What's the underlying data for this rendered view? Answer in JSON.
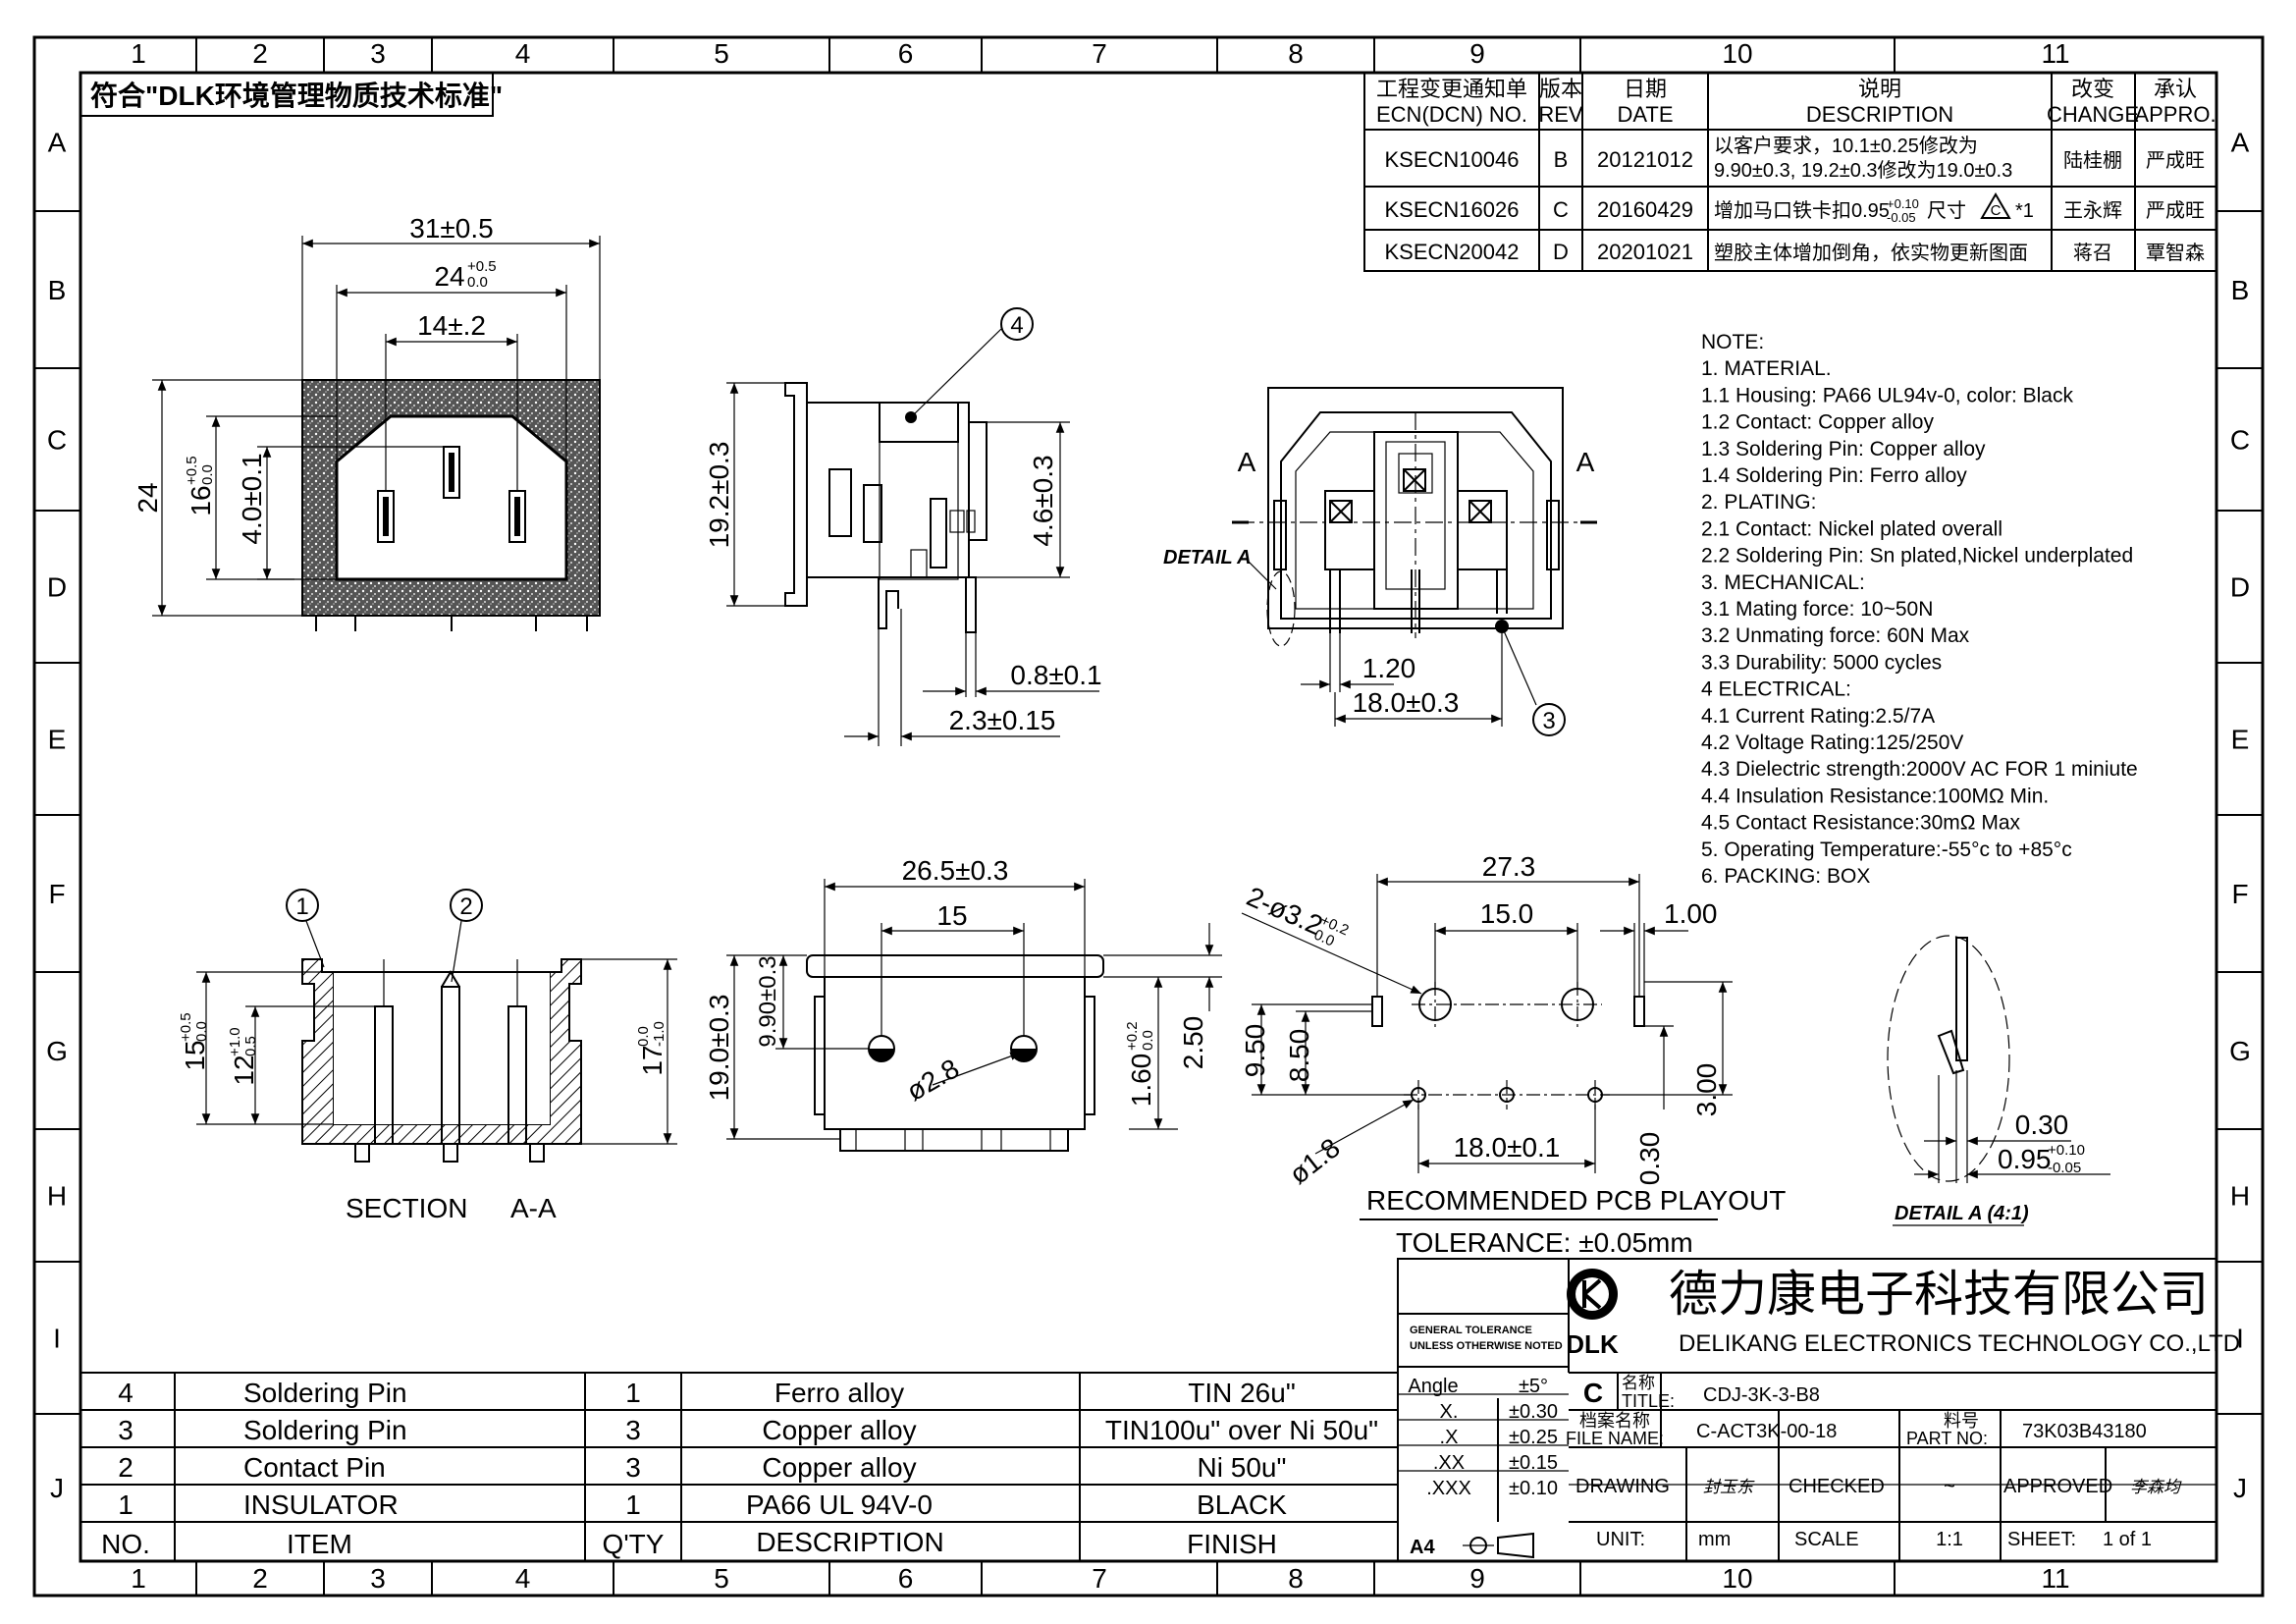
{
  "border": {
    "cols": [
      "1",
      "2",
      "3",
      "4",
      "5",
      "6",
      "7",
      "8",
      "9",
      "10",
      "11"
    ],
    "rows": [
      "A",
      "B",
      "C",
      "D",
      "E",
      "F",
      "G",
      "H",
      "I",
      "J"
    ]
  },
  "rohs_note": "符合\"DLK环境管理物质技术标准\"",
  "revision_table": {
    "headers": [
      [
        "工程变更通知单",
        "ECN(DCN) NO."
      ],
      [
        "版本",
        "REV"
      ],
      [
        "日期",
        "DATE"
      ],
      [
        "说明",
        "DESCRIPTION"
      ],
      [
        "改变",
        "CHANGE"
      ],
      [
        "承认",
        "APPRO."
      ]
    ],
    "rows": [
      {
        "ecn": "KSECN10046",
        "rev": "B",
        "date": "20121012",
        "desc1": "以客户要求，10.1±0.25修改为",
        "desc2": "9.90±0.3, 19.2±0.3修改为19.0±0.3",
        "change": "陆桂棚",
        "appro": "严成旺"
      },
      {
        "ecn": "KSECN16026",
        "rev": "C",
        "date": "20160429",
        "desc1": "增加马口铁卡扣0.95",
        "desc2": "尺寸",
        "change": "王永辉",
        "appro": "严成旺"
      },
      {
        "ecn": "KSECN20042",
        "rev": "D",
        "date": "20201021",
        "desc1": "塑胶主体增加倒角，依实物更新图面",
        "desc2": "",
        "change": "蒋召",
        "appro": "覃智森"
      }
    ],
    "rev_c_tol_upper": "+0.10",
    "rev_c_tol_lower": "-0.05",
    "rev_c_mark": "*1",
    "rev_c_symbol": "C"
  },
  "notes": [
    "NOTE:",
    "1.  MATERIAL.",
    "1.1  Housing:  PA66  UL94v-0,  color:  Black",
    "1.2  Contact:  Copper  alloy",
    "1.3  Soldering  Pin:  Copper  alloy",
    "1.4  Soldering  Pin:   Ferro  alloy",
    "2.  PLATING:",
    "2.1  Contact:  Nickel  plated  overall",
    "2.2  Soldering  Pin:  Sn  plated,Nickel  underplated",
    "3.    MECHANICAL:",
    "3.1  Mating  force:  10~50N",
    "3.2  Unmating  force:  60N  Max",
    "3.3  Durability:  5000  cycles",
    "4    ELECTRICAL:",
    "4.1  Current  Rating:2.5/7A",
    "4.2  Voltage  Rating:125/250V",
    "4.3  Dielectric  strength:2000V  AC  FOR  1  miniute",
    "4.4  Insulation  Resistance:100MΩ  Min.",
    "4.5  Contact  Resistance:30mΩ  Max",
    "5.  Operating  Temperature:-55°c  to  +85°c",
    "6.  PACKING:  BOX"
  ],
  "dims": {
    "front_w": "31±0.5",
    "front_inner": "24",
    "front_inner_up": "+0.5",
    "front_inner_lo": "0.0",
    "front_pitch": "14±.2",
    "front_h": "24",
    "front_h16": "16",
    "front_h16_up": "+0.5",
    "front_h16_lo": "0.0",
    "front_h4": "4.0±0.1",
    "side_h": "19.2±0.3",
    "side_pin_h": "4.6±0.3",
    "side_pin_w": "0.8±0.1",
    "side_pin_off": "2.3±0.15",
    "side_balloon": "4",
    "rear_pin": "1.20",
    "rear_span": "18.0±0.3",
    "rear_balloon": "3",
    "rear_mark": "A",
    "detail_label": "DETAIL  A",
    "sec_h15": "15",
    "sec_h15_up": "+0.5",
    "sec_h15_lo": "0.0",
    "sec_h12": "12",
    "sec_h12_up": "+1.0",
    "sec_h12_lo": "0.5",
    "sec_h17": "17",
    "sec_h17_up": "0.0",
    "sec_h17_lo": "-1.0",
    "sec_b1": "1",
    "sec_b2": "2",
    "sec_label": "SECTION",
    "sec_mark": "A-A",
    "bot_w": "26.5±0.3",
    "bot_pitch": "15",
    "bot_h": "19.0±0.3",
    "bot_h2": "9.90±0.3",
    "bot_hole": "ø2.8",
    "bot_t1": "1.60",
    "bot_t1_up": "+0.2",
    "bot_t1_lo": "0.0",
    "bot_t2": "2.50",
    "pcb_w": "27.3",
    "pcb_pitch": "15.0",
    "pcb_slot": "1.00",
    "pcb_hole2": "2-ø3.2",
    "pcb_hole2_up": "+0.2",
    "pcb_hole2_lo": "0.0",
    "pcb_h950": "9.50",
    "pcb_h850": "8.50",
    "pcb_hole18": "ø1.8",
    "pcb_span": "18.0±0.1",
    "pcb_h300": "3.00",
    "pcb_h030": "0.30",
    "pcb_title": "RECOMMENDED  PCB  PLAYOUT",
    "tolerance": "TOLERANCE:  ±0.05mm",
    "det_030": "0.30",
    "det_095": "0.95",
    "det_095_up": "+0.10",
    "det_095_lo": "-0.05",
    "det_title": "DETAIL  A  (4:1)"
  },
  "bom": {
    "header": {
      "no": "NO.",
      "item": "ITEM",
      "qty": "Q'TY",
      "desc": "DESCRIPTION",
      "finish": "FINISH"
    },
    "rows": [
      {
        "no": "4",
        "item": "Soldering  Pin",
        "qty": "1",
        "desc": "Ferro  alloy",
        "finish": "TIN  26u\""
      },
      {
        "no": "3",
        "item": "Soldering  Pin",
        "qty": "3",
        "desc": "Copper  alloy",
        "finish": "TIN100u\"  over  Ni  50u\""
      },
      {
        "no": "2",
        "item": "Contact  Pin",
        "qty": "3",
        "desc": "Copper  alloy",
        "finish": "Ni  50u\""
      },
      {
        "no": "1",
        "item": "INSULATOR",
        "qty": "1",
        "desc": "PA66  UL  94V-0",
        "finish": "BLACK"
      }
    ]
  },
  "title_block": {
    "company_cn": "德力康电子科技有限公司",
    "company_en": "DELIKANG  ELECTRONICS  TECHNOLOGY  CO.,LTD",
    "logo_text": "DLK",
    "gen_tol_1": "GENERAL  TOLERANCE",
    "gen_tol_2": "UNLESS  OTHERWISE  NOTED",
    "tol_rows": [
      {
        "k": "Angle",
        "v": "±5°"
      },
      {
        "k": "X.",
        "v": "±0.30"
      },
      {
        "k": ".X",
        "v": "±0.25"
      },
      {
        "k": ".XX",
        "v": "±0.15"
      },
      {
        "k": ".XXX",
        "v": "±0.10"
      }
    ],
    "sheet_size": "A4",
    "rev_letter": "C",
    "title_cn": "名称",
    "title_label": "TITLE:",
    "title": "CDJ-3K-3-B8",
    "file_cn": "档案名称",
    "file_label": "FILE  NAME:",
    "file_name": "C-ACT3K-00-18",
    "part_cn": "料号",
    "part_label": "PART  NO:",
    "part_no": "73K03B43180",
    "drawing_label": "DRAWING",
    "drawing_by": "封玉东",
    "checked_label": "CHECKED",
    "checked_by": "~",
    "approved_label": "APPROVED",
    "approved_by": "李森均",
    "unit_label": "UNIT:",
    "unit": "mm",
    "scale_label": "SCALE",
    "scale": "1:1",
    "sheet_label": "SHEET:",
    "sheet": "1  of  1"
  }
}
